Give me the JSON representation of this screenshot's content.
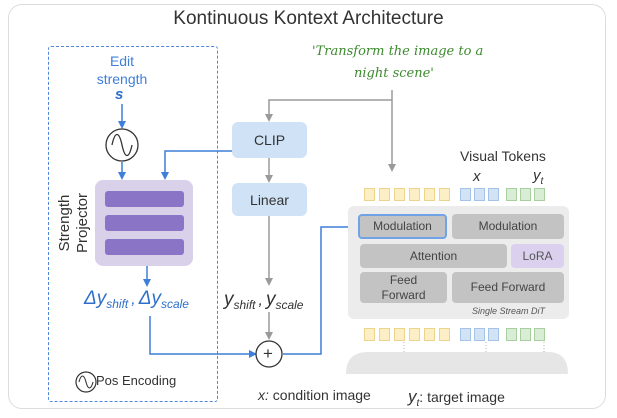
{
  "title": "Kontinuous Kontext Architecture",
  "prompt": {
    "line1": "'Transform the image to a",
    "line2": "night scene'"
  },
  "edit_strength": {
    "line1": "Edit",
    "line2": "strength",
    "symbol": "s"
  },
  "projector": {
    "line1": "Strength",
    "line2": "Projector"
  },
  "delta": {
    "shift": "Δy",
    "shift_sub": "shift",
    "comma": ",",
    "scale": "Δy",
    "scale_sub": "scale"
  },
  "clip_label": "CLIP",
  "linear_label": "Linear",
  "y_outputs": {
    "shift": "y",
    "shift_sub": "shift",
    "comma": ",",
    "scale": "y",
    "scale_sub": "scale"
  },
  "plus": "+",
  "pos_encoding": "Pos Encoding",
  "visual_tokens": {
    "title": "Visual Tokens",
    "x": "x",
    "y": "y",
    "y_sub": "t"
  },
  "dit": {
    "modulation_left": "Modulation",
    "modulation_right": "Modulation",
    "attention": "Attention",
    "lora": "LoRA",
    "ff_left_1": "Feed",
    "ff_left_2": "Forward",
    "ff_right": "Feed Forward",
    "caption": "Single Stream DiT"
  },
  "legend": {
    "x": "x:",
    "x_text": "condition image",
    "y": "y",
    "y_sub": "t",
    "y_colon": ":",
    "y_text": "target image"
  },
  "colors": {
    "accent_blue": "#3f7fd9",
    "handwriting_green": "#3d8a2e",
    "projector_purple": "#8a74c6"
  }
}
